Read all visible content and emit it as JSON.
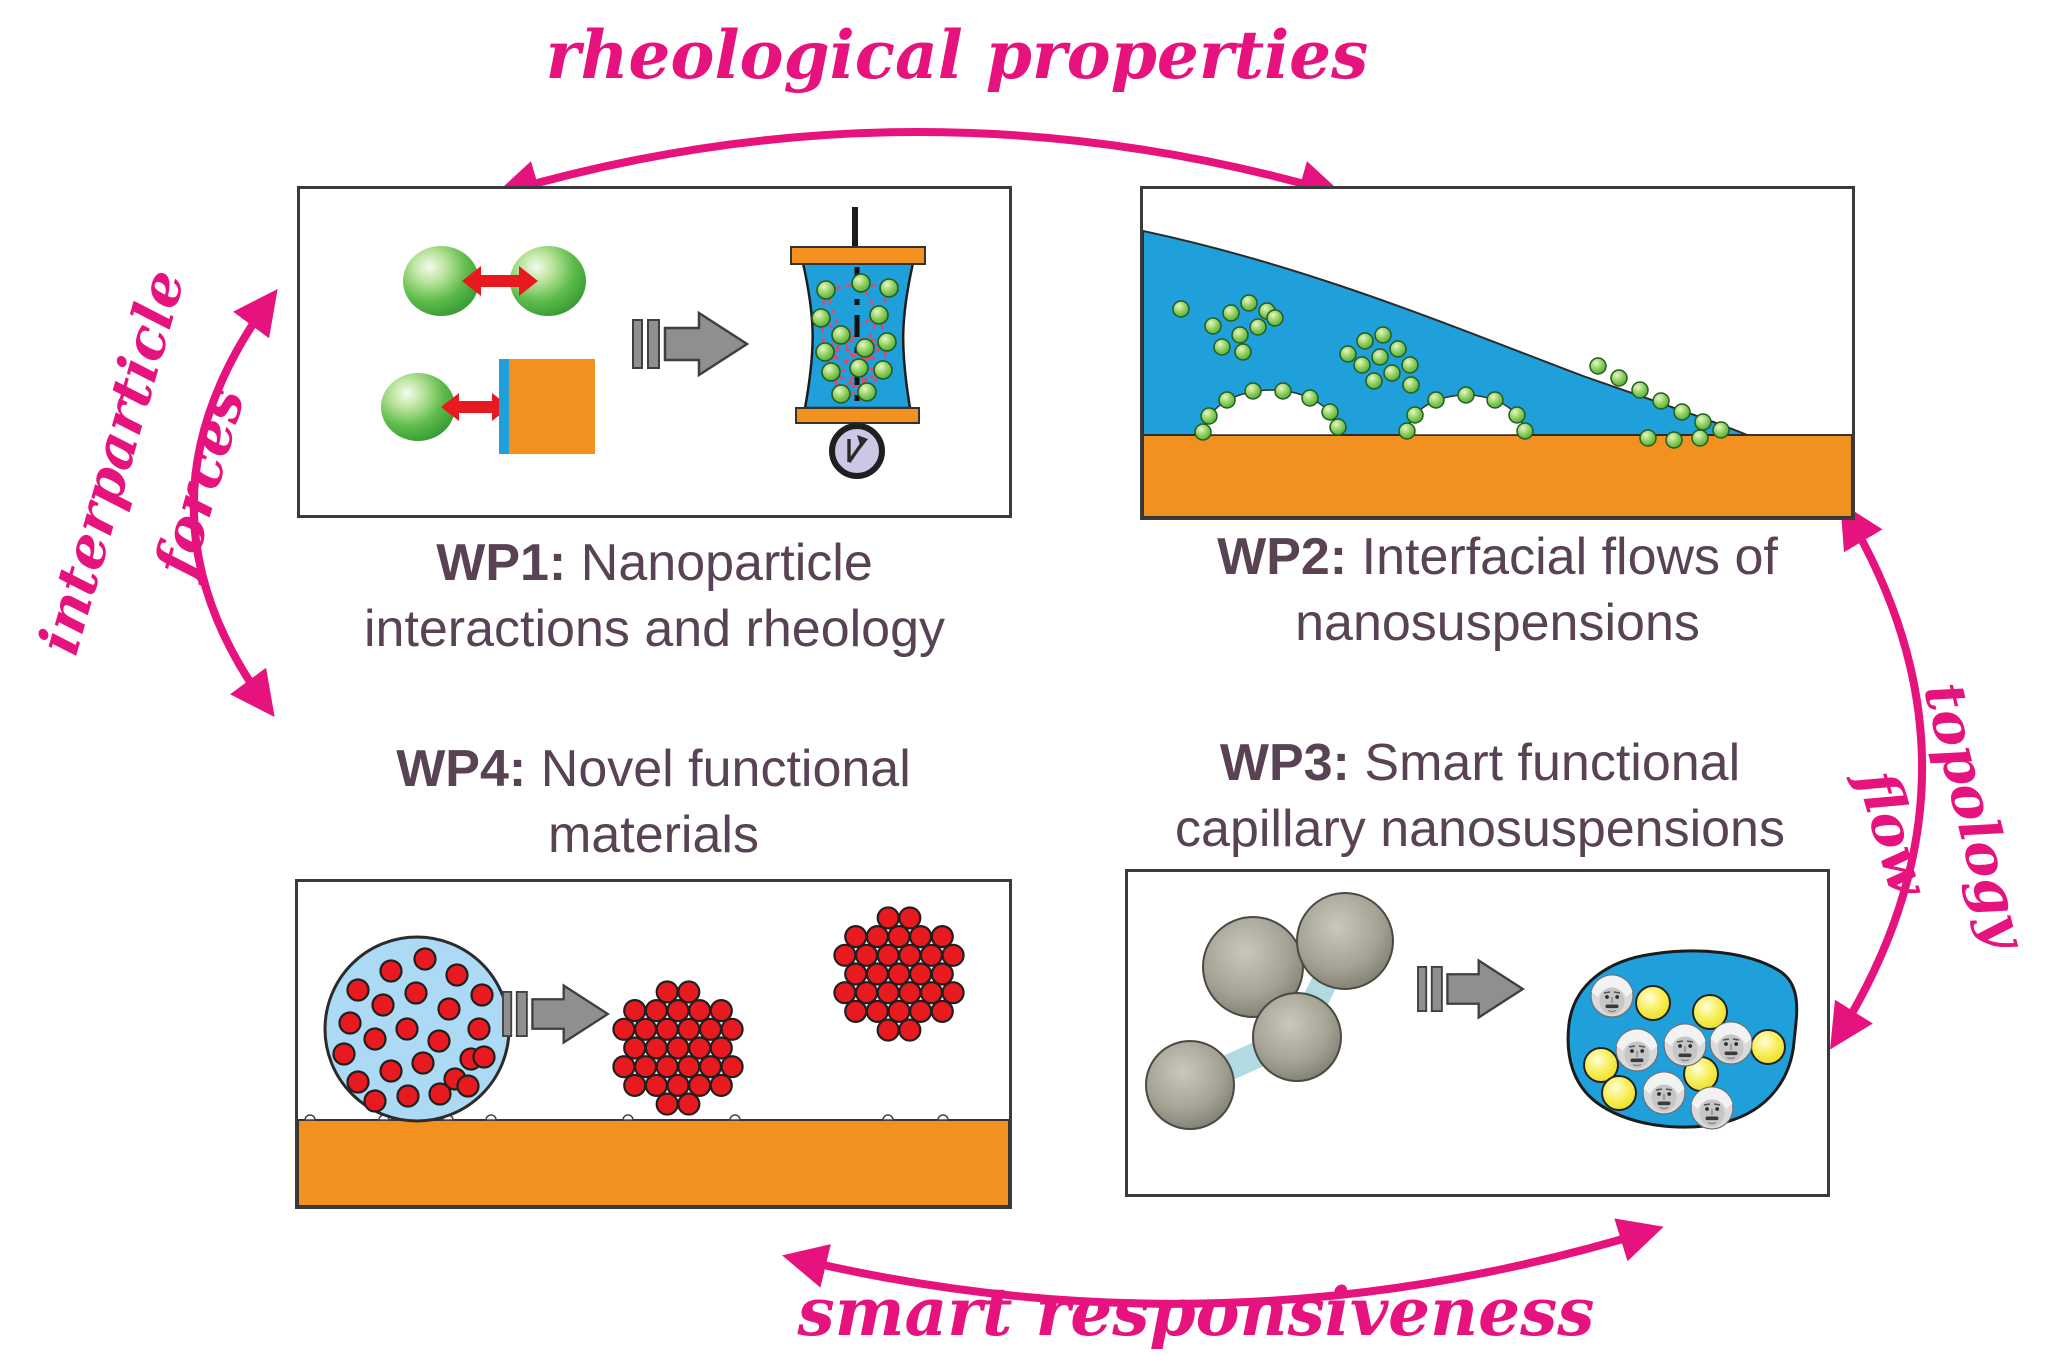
{
  "figure": {
    "description": "Project work-package diagram with four WP boxes linked by pink double-headed arrows"
  },
  "connections": {
    "top": "rheological properties",
    "left": {
      "word1": "interparticle",
      "word2": "forces"
    },
    "right": {
      "word1": "flow",
      "word2": "topology"
    },
    "bottom": "smart responsiveness"
  },
  "workpackages": {
    "wp1": {
      "code": "WP1:",
      "line1": "Nanoparticle",
      "line2": "interactions and rheology"
    },
    "wp2": {
      "code": "WP2:",
      "line1": "Interfacial flows of",
      "line2": "nanosuspensions"
    },
    "wp3": {
      "code": "WP3:",
      "line1": "Smart  functional",
      "line2": "capillary nanosuspensions"
    },
    "wp4": {
      "code": "WP4:",
      "line1": "Novel functional",
      "line2": "materials"
    }
  },
  "colors": {
    "pink": "#E6137E",
    "title": "#584254",
    "orange": "#F29120",
    "blue": "#1FA0DB",
    "lightblue": "#ACD9F3",
    "red": "#E8191F",
    "green": "#3FAE3A",
    "yellow": "#F2E40E",
    "grayarrow": "#8F8F8F",
    "lavender": "#CBC7E4"
  }
}
